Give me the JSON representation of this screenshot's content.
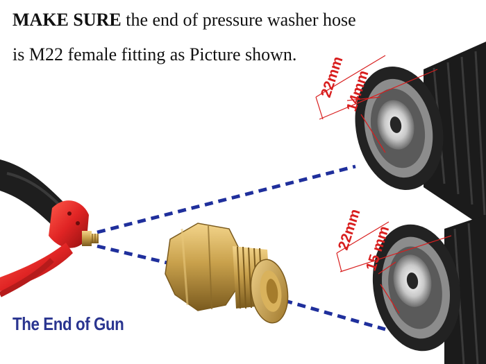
{
  "headline": {
    "line1_bold": "MAKE SURE",
    "line1_rest": " the end of pressure washer hose",
    "line2": "is M22 female fitting as Picture shown."
  },
  "caption": "The End of Gun",
  "fitting_top": {
    "outer": "22mm",
    "inner": "14mm"
  },
  "fitting_bottom": {
    "outer": "22mm",
    "inner": "15 mm"
  },
  "colors": {
    "dash": "#1f2f9c",
    "dimension": "#d81e1e",
    "caption": "#2a3590",
    "brass": "#c9a14c",
    "hose": "#1b1b1b",
    "gun_red": "#e02424"
  }
}
